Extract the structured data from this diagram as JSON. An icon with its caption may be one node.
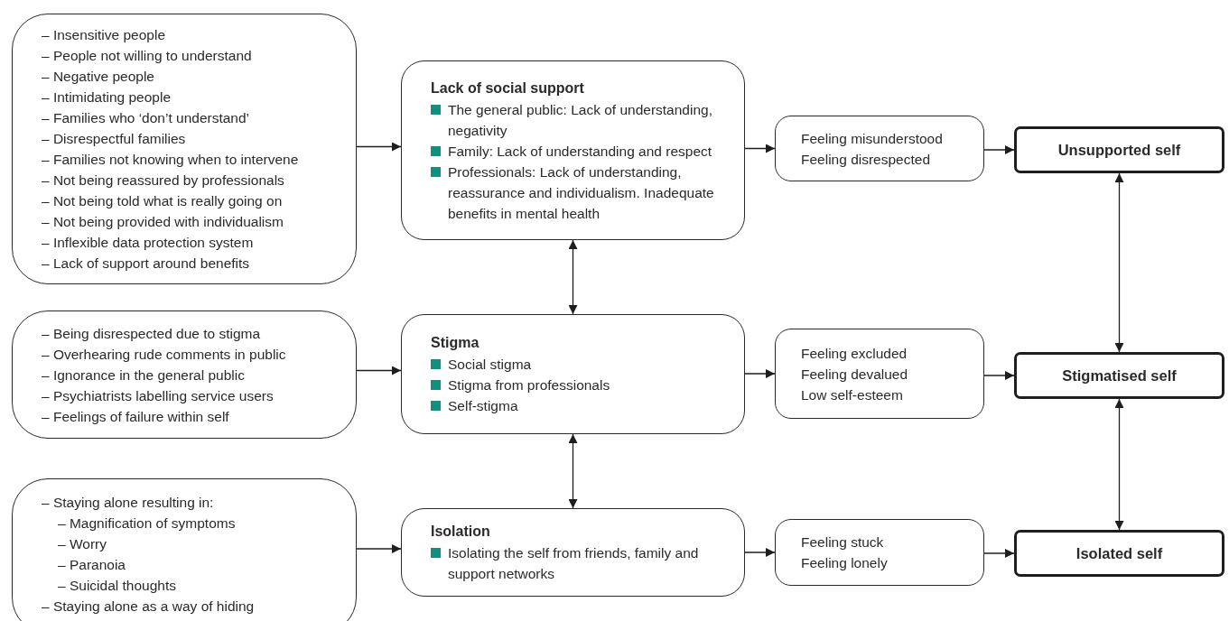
{
  "diagram": {
    "nodes": [
      {
        "text": [
          "– Insensitive people",
          "– People not willing to understand",
          "– Negative people",
          "– Intimidating people",
          "– Families who ‘don’t understand’",
          "– Disrespectful families",
          "– Families not knowing when to intervene",
          "– Not being reassured by professionals",
          "– Not being told what is really going on",
          "– Not being provided with individualism",
          "– Inflexible data protection system",
          "– Lack of support around benefits"
        ]
      },
      {
        "text": [
          "Lack of social support",
          "The general public: Lack of understanding, negativity",
          "Family: Lack of understanding and respect",
          "Professionals: Lack of understanding, reassurance and individualism. Inadequate benefits in mental health"
        ]
      },
      {
        "text": [
          "Feeling misunderstood",
          "Feeling disrespected"
        ]
      },
      {
        "text": [
          "Unsupported self"
        ]
      },
      {
        "text": [
          "– Being disrespected due to stigma",
          "– Overhearing rude comments in public",
          "– Ignorance in the general public",
          "– Psychiatrists labelling service users",
          "– Feelings of failure within self"
        ]
      },
      {
        "text": [
          "Stigma",
          "Social stigma",
          "Stigma from professionals",
          "Self-stigma"
        ]
      },
      {
        "text": [
          "Feeling excluded",
          "Feeling devalued",
          "Low self-esteem"
        ]
      },
      {
        "text": [
          "Stigmatised self"
        ]
      },
      {
        "text": [
          "– Staying alone resulting in:",
          "– Magnification of symptoms",
          "– Worry",
          "– Paranoia",
          "– Suicidal thoughts",
          "– Staying alone as a way of hiding"
        ]
      },
      {
        "text": [
          "Isolation",
          "Isolating the self from friends, family and support networks"
        ]
      },
      {
        "text": [
          "Feeling stuck",
          "Feeling lonely"
        ]
      },
      {
        "text": [
          "Isolated self"
        ]
      }
    ],
    "edges": [
      {
        "from": 0,
        "to": 1,
        "arrow": "to"
      },
      {
        "from": 1,
        "to": 2,
        "arrow": "to"
      },
      {
        "from": 2,
        "to": 3,
        "arrow": "to"
      },
      {
        "from": 4,
        "to": 5,
        "arrow": "to"
      },
      {
        "from": 5,
        "to": 6,
        "arrow": "to"
      },
      {
        "from": 6,
        "to": 7,
        "arrow": "to"
      },
      {
        "from": 8,
        "to": 9,
        "arrow": "to"
      },
      {
        "from": 9,
        "to": 10,
        "arrow": "to"
      },
      {
        "from": 10,
        "to": 11,
        "arrow": "to"
      },
      {
        "from": 1,
        "to": 5,
        "arrow": "both"
      },
      {
        "from": 5,
        "to": 9,
        "arrow": "both"
      },
      {
        "from": 3,
        "to": 7,
        "arrow": "both"
      },
      {
        "from": 7,
        "to": 11,
        "arrow": "both"
      }
    ]
  }
}
